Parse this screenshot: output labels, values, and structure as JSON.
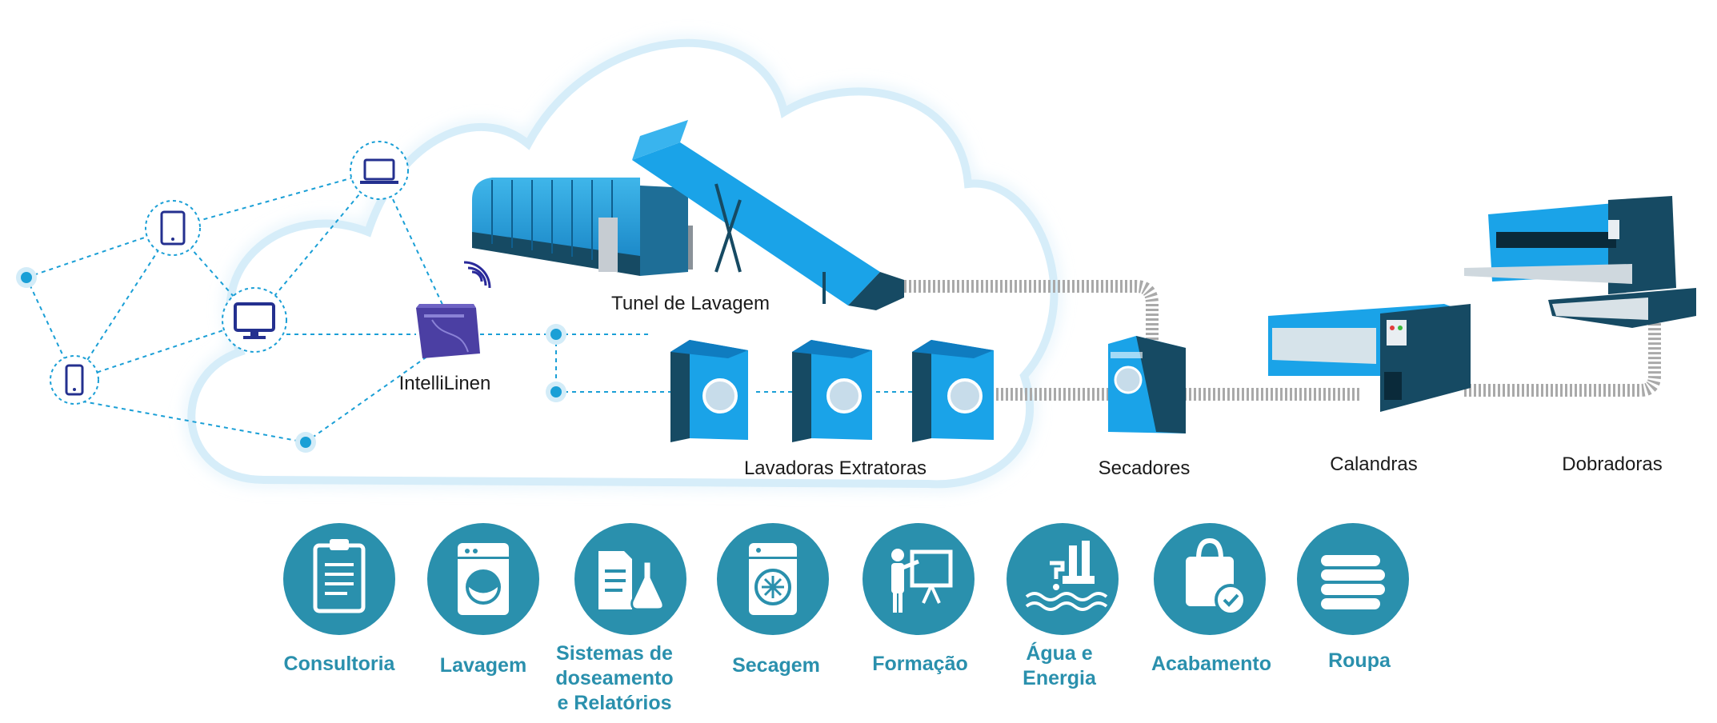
{
  "diagram": {
    "labels": {
      "intellilinen": "IntelliLinen",
      "tunnel": "Tunel de Lavagem",
      "washers": "Lavadoras Extratoras",
      "dryers": "Secadores",
      "ironers": "Calandras",
      "folders": "Dobradoras"
    },
    "devices": [
      "laptop-icon",
      "tablet-icon",
      "monitor-icon",
      "phone-icon"
    ]
  },
  "services": [
    {
      "label": "Consultoria",
      "icon": "clipboard-icon"
    },
    {
      "label": "Lavagem",
      "icon": "washing-machine-icon"
    },
    {
      "label": "Sistemas de\ndoseamento\ne Relatórios",
      "icon": "chemistry-report-icon"
    },
    {
      "label": "Secagem",
      "icon": "dryer-icon"
    },
    {
      "label": "Formação",
      "icon": "presentation-icon"
    },
    {
      "label": "Água e\nEnergia",
      "icon": "factory-water-icon"
    },
    {
      "label": "Acabamento",
      "icon": "bag-check-icon"
    },
    {
      "label": "Roupa",
      "icon": "folded-linen-icon"
    }
  ],
  "colors": {
    "accent": "#2a90ad",
    "machine_blue": "#1aa3e8",
    "machine_dark": "#164a63",
    "network_line": "#1a9fd6"
  }
}
